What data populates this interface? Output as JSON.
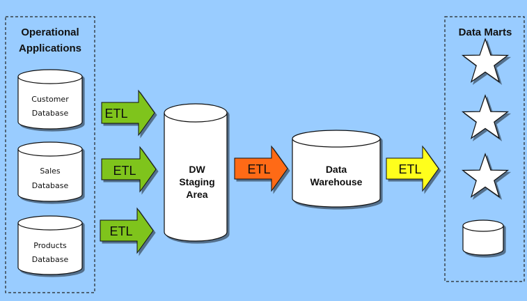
{
  "panels": {
    "operational_title_line1": "Operational",
    "operational_title_line2": "Applications",
    "data_marts_title": "Data Marts"
  },
  "databases": [
    {
      "line1": "Customer",
      "line2": "Database"
    },
    {
      "line1": "Sales",
      "line2": "Database"
    },
    {
      "line1": "Products",
      "line2": "Database"
    }
  ],
  "etl_arrows": [
    {
      "label": "ETL",
      "color": "#7fc41e"
    },
    {
      "label": "ETL",
      "color": "#7fc41e"
    },
    {
      "label": "ETL",
      "color": "#7fc41e"
    },
    {
      "label": "ETL",
      "color": "#ff6a13"
    },
    {
      "label": "ETL",
      "color": "#ffff1a"
    }
  ],
  "staging": {
    "line1": "DW",
    "line2": "Staging",
    "line3": "Area"
  },
  "warehouse": {
    "line1": "Data",
    "line2": "Warehouse"
  },
  "data_marts": [
    {
      "shape": "star-icon"
    },
    {
      "shape": "star-icon"
    },
    {
      "shape": "star-icon"
    },
    {
      "shape": "cylinder-icon"
    }
  ],
  "colors": {
    "background": "#99ccff",
    "cylinder_fill": "#ffffff",
    "outline": "#111111"
  }
}
